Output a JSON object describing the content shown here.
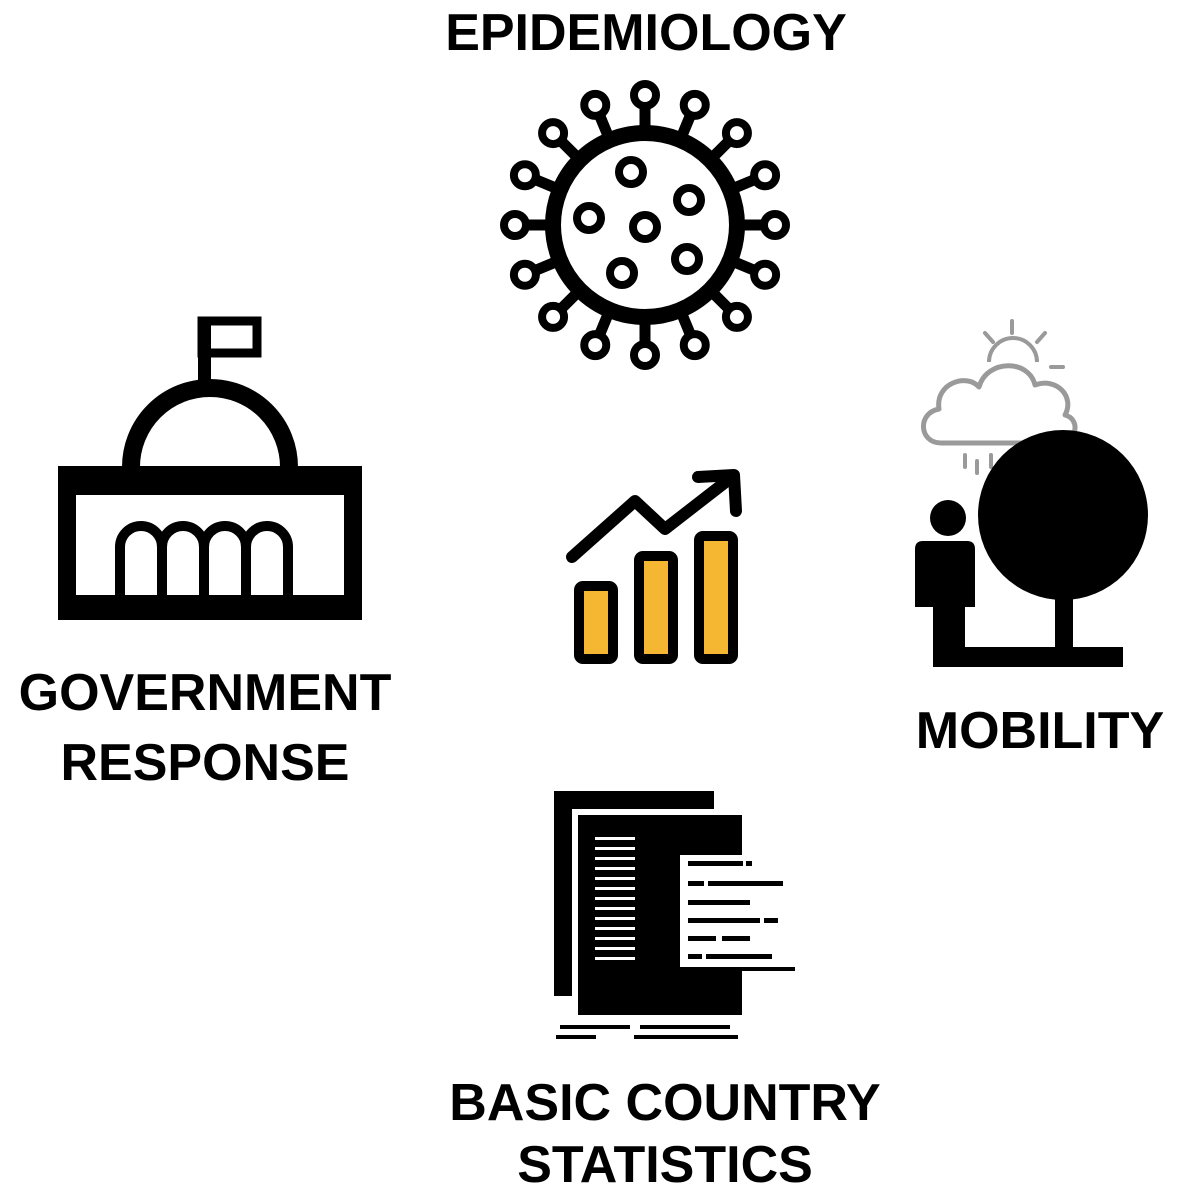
{
  "diagram": {
    "labels": {
      "epidemiology": "EPIDEMIOLOGY",
      "government_line1": "GOVERNMENT",
      "government_line2": "RESPONSE",
      "mobility": "MOBILITY",
      "statistics_line1": "BASIC COUNTRY",
      "statistics_line2": "STATISTICS"
    },
    "icons": {
      "center": "chart-growth-icon",
      "top": "virus-icon",
      "left": "government-building-icon",
      "right": "person-tree-weather-icon",
      "bottom": "documents-icon"
    },
    "colors": {
      "ink": "#000000",
      "accent": "#F5B731",
      "cloud": "#9a9a9a"
    }
  }
}
